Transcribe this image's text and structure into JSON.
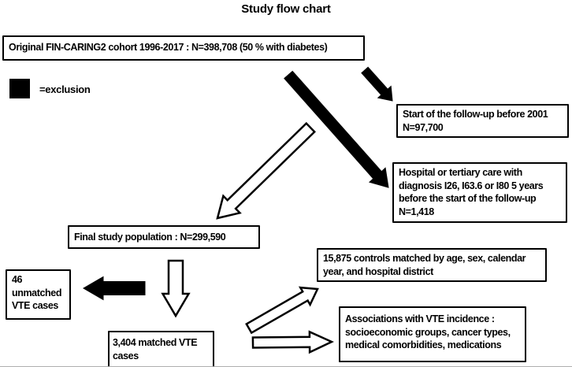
{
  "title": "Study flow chart",
  "legend": {
    "swatch": "black-square",
    "label": "=exclusion"
  },
  "nodes": {
    "cohort": {
      "text": "Original FIN-CARING2 cohort 1996-2017 : N=398,708 (50 % with diabetes)"
    },
    "followup_before_2001": {
      "text": "Start of the follow-up before 2001\nN=97,700"
    },
    "hospital_tertiary": {
      "text": "Hospital or tertiary care with\ndiagnosis I26, I63.6 or I80 5 years\nbefore the start of the follow-up\nN=1,418"
    },
    "final_population": {
      "text": "Final study population : N=299,590"
    },
    "unmatched_vte": {
      "text": "46\nunmatched\nVTE cases"
    },
    "matched_vte": {
      "text": "3,404 matched VTE\ncases"
    },
    "controls": {
      "text": "15,875 controls matched by age, sex, calendar\nyear, and hospital district"
    },
    "associations": {
      "text": "Associations with VTE incidence :\nsocioeconomic groups, cancer types,\nmedical comorbidities, medications"
    }
  },
  "edges": [
    {
      "from": "cohort",
      "to": "followup_before_2001",
      "style": "exclusion"
    },
    {
      "from": "cohort",
      "to": "hospital_tertiary",
      "style": "exclusion"
    },
    {
      "from": "cohort",
      "to": "final_population",
      "style": "flow"
    },
    {
      "from": "final_population",
      "to": "unmatched_vte",
      "style": "exclusion"
    },
    {
      "from": "final_population",
      "to": "matched_vte",
      "style": "flow"
    },
    {
      "from": "matched_vte",
      "to": "controls",
      "style": "flow"
    },
    {
      "from": "matched_vte",
      "to": "associations",
      "style": "flow"
    }
  ],
  "colors": {
    "line": "#000000",
    "exclusion_fill": "#000000",
    "flow_fill": "#ffffff",
    "background": "#ffffff"
  }
}
